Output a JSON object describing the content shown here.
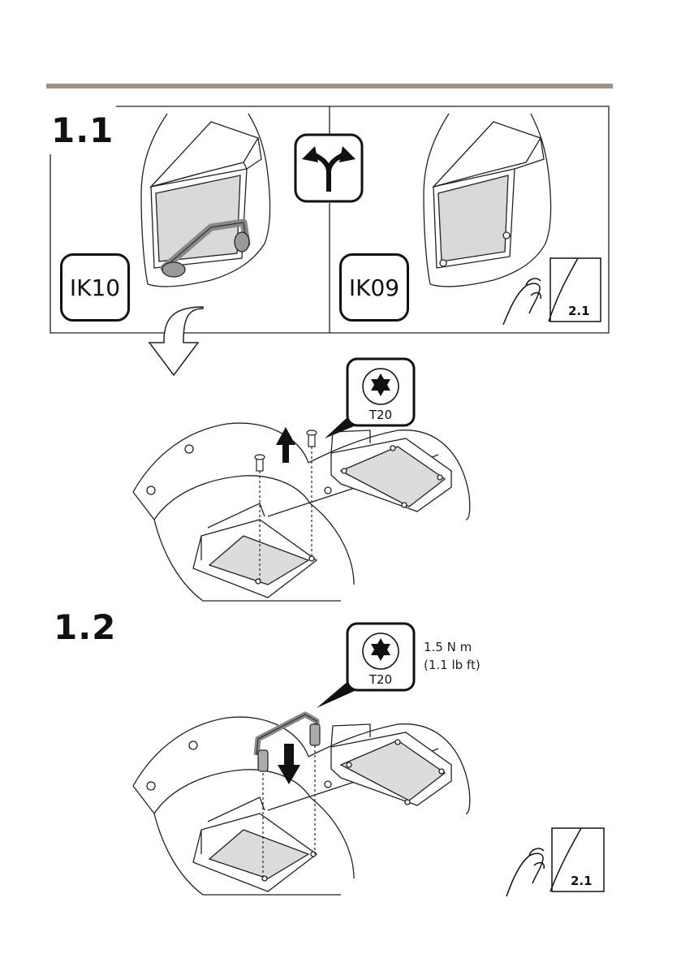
{
  "steps": {
    "step1": "1.1",
    "step2": "1.2"
  },
  "options": {
    "ik10": "IK10",
    "ik09": "IK09"
  },
  "tool": {
    "bit_top": "T20",
    "bit_bottom": "T20",
    "torque_line1": "1.5 N m",
    "torque_line2": "(1.1 lb ft)"
  },
  "references": {
    "top": "2.1",
    "bottom": "2.1"
  },
  "icons": {
    "choice": "branch-arrows-icon",
    "torx": "torx-bit-icon",
    "page_turn": "page-turn-icon",
    "flow": "down-arrow-icon"
  },
  "colors": {
    "rule": "#a39284",
    "panel": "#d9d9d9",
    "bracket": "#888888"
  }
}
